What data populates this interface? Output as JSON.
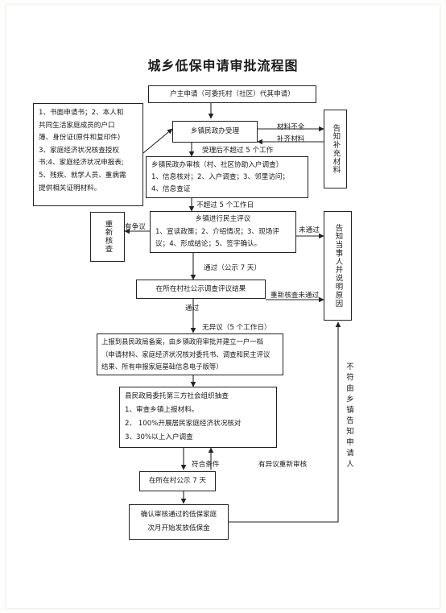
{
  "title": "城乡低保申请审批流程图",
  "apply": "户主申请（可委托村（社区）代其申请）",
  "materials": [
    "1、书面申请书；2、本人和",
    "共同生活家庭成员的户口",
    "簿、身份证(原件和复印件)",
    "3、家庭经济状况核查授权",
    "书;4、家庭经济状况申报表;",
    "5、残疾、就学人员、重病需",
    "提供相关证明材料。"
  ],
  "accept": "乡镇民政办受理",
  "notify_supplement": "告知补充材料",
  "lbl_incomplete": "材料不全",
  "lbl_complete": "补齐材料",
  "lbl_within5": "受理后不超过 5 个工作",
  "review": [
    "乡镇民政办审核（村、社区协助入户调查）",
    "1、信息核对；2、入户调查；3、邻里访问；",
    "4、信息查证"
  ],
  "lbl_notexceed5": "不超过 5 个工作日",
  "democratic": [
    "乡镇进行民主评议",
    "1、宣读政策；2、介绍情况；3、现场评",
    "议；4、形成结论；5、签字确认。"
  ],
  "recheck": "重新核查",
  "lbl_dispute": "有争议",
  "lbl_fail": "未通过",
  "notify_reason": "告知当事人并说明原因",
  "lbl_pass_publicity": "通过（公示 7 天）",
  "village_publicity": "在所在村社公示调查评议结果",
  "lbl_recheck_fail": "重新核查未通过",
  "lbl_pass": "通过",
  "lbl_no_objection": "无异议（5 个工作日）",
  "report": [
    "上报到县民政局备案，由乡镇政府审批并建立一户一档",
    "（申请材料、家庭经济状况核对委托书、调查和民主评议",
    "结果、所有申报家庭基础信息电子版等）"
  ],
  "third_party": [
    "县民政局委托第三方社会组织抽查",
    "1、审查乡镇上报材料。",
    "2、 100%开展居民家庭经济状况核对",
    "3、30%以上入户调查"
  ],
  "lbl_qualified": "符合条件",
  "lbl_objection_recheck": "有异议重新审核",
  "final_publicity": "在所在村公示 7 天",
  "confirm": [
    "确认审核通过的低保家庭",
    "次月开始发放低保金"
  ],
  "notify_applicant": "不符由乡镇告知申请人"
}
